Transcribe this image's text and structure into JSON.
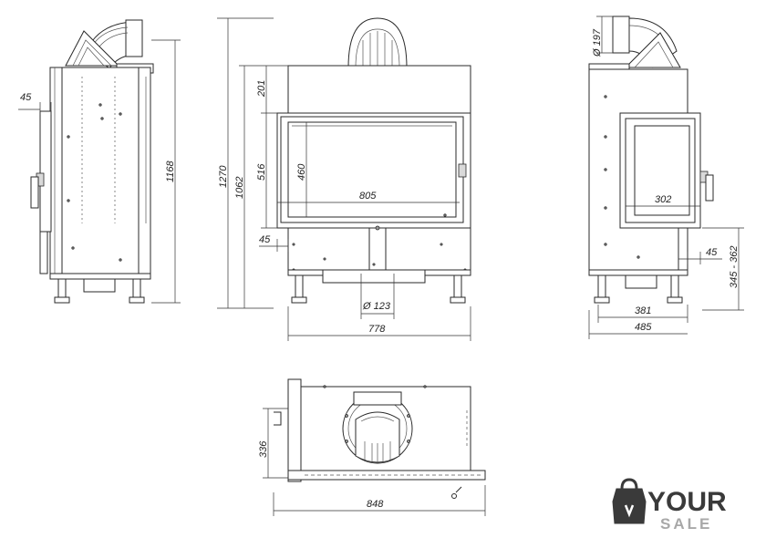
{
  "dimensions": {
    "side_left": {
      "door_offset": "45",
      "height": "1168",
      "total_height": "1270"
    },
    "front": {
      "top_band": "201",
      "door_height": "516",
      "glass_height": "460",
      "glass_width": "805",
      "door_offset": "45",
      "flue": "Ø 123",
      "width": "778",
      "height_1062": "1062"
    },
    "side_right": {
      "flue": "Ø 197",
      "glass_width": "302",
      "door_offset": "45",
      "range": "345 - 362",
      "inner_width": "381",
      "width": "485"
    },
    "top": {
      "depth": "336",
      "width": "848"
    }
  },
  "logo": {
    "word_top": "YOUR",
    "word_bottom": "SALE"
  },
  "colors": {
    "line": "#2a2a2a",
    "logo_dark": "#3a3a3a",
    "logo_light": "#a8a8a8"
  }
}
